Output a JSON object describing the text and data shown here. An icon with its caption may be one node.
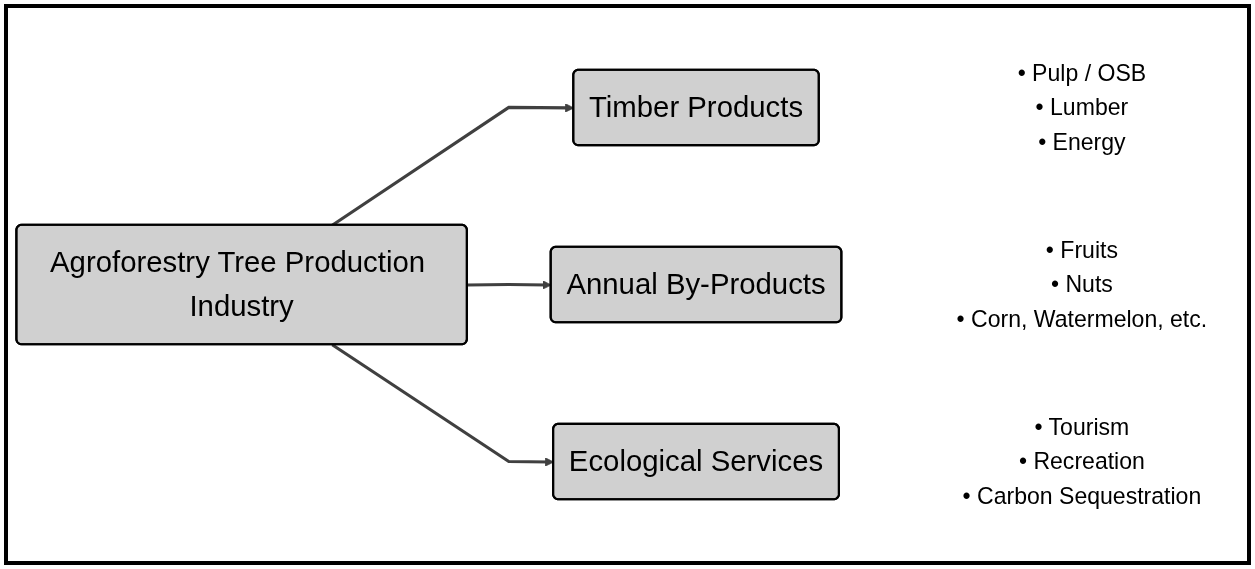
{
  "diagram": {
    "nodes": [
      {
        "text": [
          "Agroforestry Tree Production Industry"
        ]
      },
      {
        "text": [
          "Timber Products"
        ],
        "beside": [
          "• Pulp / OSB",
          "• Lumber",
          "• Energy"
        ]
      },
      {
        "text": [
          "Annual By-Products"
        ],
        "beside": [
          "• Fruits",
          "• Nuts",
          "• Corn, Watermelon, etc."
        ]
      },
      {
        "text": [
          "Ecological Services"
        ],
        "beside": [
          "• Tourism",
          "• Recreation",
          "• Carbon Sequestration"
        ]
      }
    ],
    "edges": [
      {
        "from": 0,
        "to": 1,
        "arrow": "to"
      },
      {
        "from": 0,
        "to": 2,
        "arrow": "to"
      },
      {
        "from": 0,
        "to": 3,
        "arrow": "to"
      }
    ]
  }
}
